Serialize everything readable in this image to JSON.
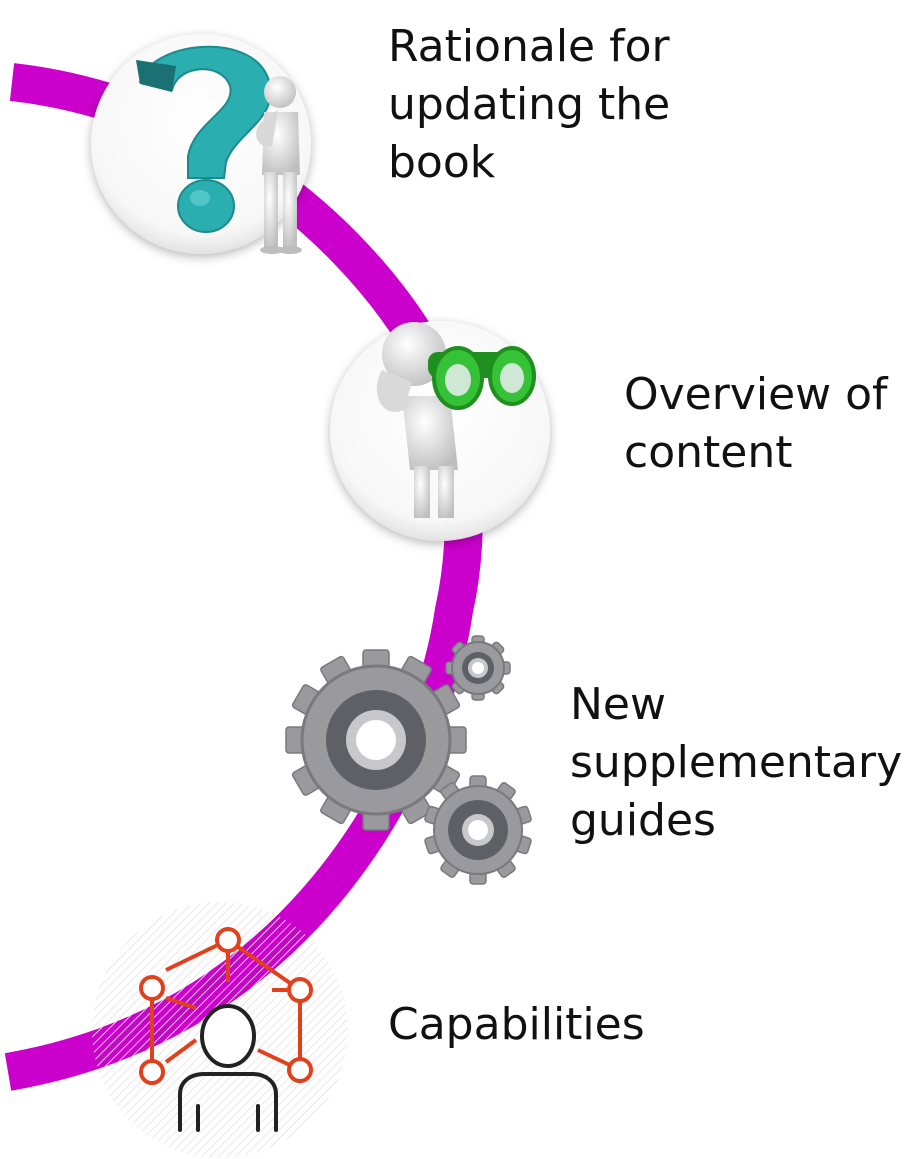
{
  "steps": [
    {
      "label": "Rationale for\nupdating the\nbook",
      "icon": "question-thinker-icon"
    },
    {
      "label": "Overview of\ncontent",
      "icon": "binoculars-person-icon"
    },
    {
      "label": "New\nsupplementary\nguides",
      "icon": "gears-icon"
    },
    {
      "label": "Capabilities",
      "icon": "network-person-icon"
    }
  ],
  "colors": {
    "path": "#cc00cc",
    "question_teal": "#2aaeb0",
    "binocular_green": "#36c236",
    "gear_gray": "#8e8e92",
    "network_red": "#e0401c",
    "text": "#111111"
  }
}
